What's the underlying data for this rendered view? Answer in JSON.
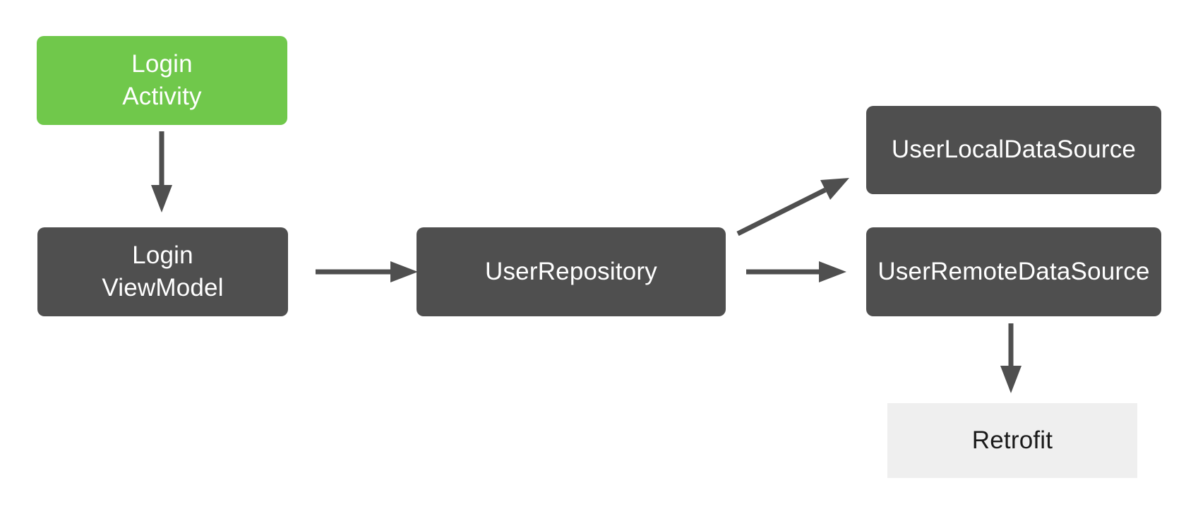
{
  "diagram": {
    "type": "flowchart",
    "background": "#FFFFFF",
    "arrow_color": "#4F4F4F",
    "nodes": {
      "login_activity": {
        "label": "Login\nActivity",
        "bg": "#70C84B",
        "fg": "#FFFFFF"
      },
      "login_viewmodel": {
        "label": "Login\nViewModel",
        "bg": "#4F4F4F",
        "fg": "#FFFFFF"
      },
      "user_repository": {
        "label": "UserRepository",
        "bg": "#4F4F4F",
        "fg": "#FFFFFF"
      },
      "user_local_data_source": {
        "label": "UserLocalDataSource",
        "bg": "#4F4F4F",
        "fg": "#FFFFFF"
      },
      "user_remote_data_source": {
        "label": "UserRemoteDataSource",
        "bg": "#4F4F4F",
        "fg": "#FFFFFF"
      },
      "retrofit": {
        "label": "Retrofit",
        "bg": "#EFEFEF",
        "fg": "#1A1A1A"
      }
    },
    "edges": [
      {
        "from": "LoginActivity",
        "to": "LoginViewModel"
      },
      {
        "from": "LoginViewModel",
        "to": "UserRepository"
      },
      {
        "from": "UserRepository",
        "to": "UserLocalDataSource"
      },
      {
        "from": "UserRepository",
        "to": "UserRemoteDataSource"
      },
      {
        "from": "UserRemoteDataSource",
        "to": "Retrofit"
      }
    ]
  }
}
